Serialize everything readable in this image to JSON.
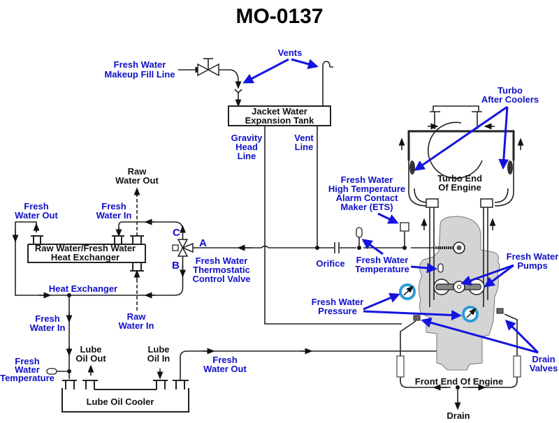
{
  "title": "MO-0137",
  "colors": {
    "label_blue": "#1010c8",
    "callout_blue": "#1414e0",
    "engine_gray": "#d4d4d4",
    "gauge_blue": "#2e9bd6",
    "line_black": "#222222"
  },
  "components": {
    "expansion_tank": [
      "Jacket Water",
      "Expansion Tank"
    ],
    "heat_exchanger": [
      "Raw Water/Fresh Water",
      "Heat Exchanger"
    ],
    "lube_oil_cooler": "Lube Oil Cooler",
    "turbo_end": [
      "Turbo End",
      "Of Engine"
    ],
    "front_end": "Front End Of Engine",
    "valve_ports": {
      "a": "A",
      "b": "B",
      "c": "C"
    }
  },
  "labels": {
    "makeup_fill": [
      "Fresh Water",
      "Makeup Fill Line"
    ],
    "vents": "Vents",
    "gravity_head": [
      "Gravity",
      "Head",
      "Line"
    ],
    "vent_line": [
      "Vent",
      "Line"
    ],
    "turbo_after_coolers": [
      "Turbo",
      "After Coolers"
    ],
    "ets": [
      "Fresh Water",
      "High Temperature",
      "Alarm Contact",
      "Maker (ETS)"
    ],
    "raw_water_out": [
      "Raw",
      "Water Out"
    ],
    "hx_fresh_water_out": [
      "Fresh",
      "Water Out"
    ],
    "hx_fresh_water_in": [
      "Fresh",
      "Water In"
    ],
    "thermostatic_valve": [
      "Fresh Water",
      "Thermostatic",
      "Control Valve"
    ],
    "orifice": "Orifice",
    "fw_temperature_engine": [
      "Fresh Water",
      "Temperature"
    ],
    "fw_pumps": [
      "Fresh Water",
      "Pumps"
    ],
    "heat_exchanger_line": "Heat Exchanger",
    "fw_pressure": [
      "Fresh Water",
      "Pressure"
    ],
    "fresh_water_in_lower": [
      "Fresh",
      "Water In"
    ],
    "raw_water_in": [
      "Raw",
      "Water In"
    ],
    "lube_oil_out": [
      "Lube",
      "Oil Out"
    ],
    "lube_oil_in": [
      "Lube",
      "Oil In"
    ],
    "cooler_fresh_water_out": [
      "Fresh",
      "Water Out"
    ],
    "cooler_fw_temperature": [
      "Fresh",
      "Water",
      "Temperature"
    ],
    "drain_valves": [
      "Drain",
      "Valves"
    ],
    "drain": "Drain"
  }
}
